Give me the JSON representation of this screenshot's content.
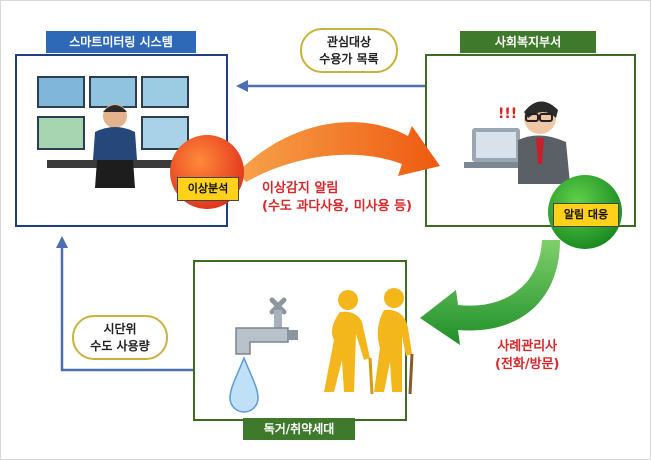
{
  "smart_meter_system": {
    "title": "스마트미터링 시스템",
    "badge": "이상분석"
  },
  "welfare_dept": {
    "title": "사회복지부서",
    "badge": "알림 대응"
  },
  "household": {
    "title": "독거/취약세대"
  },
  "arrows": {
    "interest_list": [
      "관심대상",
      "수용가 목록"
    ],
    "anomaly_alert": [
      "이상감지 알림",
      "(수도 과다사용, 미사용 등)"
    ],
    "case_manager": [
      "사례관리사",
      "(전화/방문)"
    ],
    "hourly_usage": [
      "시단위",
      "수도 사용량"
    ]
  },
  "colors": {
    "panel_border_blue": "#1f3f7f",
    "title_blue": "#2e69b8",
    "title_green": "#3f7a2c",
    "alert_red": "#d7282a",
    "pill_border": "#c9b23b",
    "orange_arrow": "#f06a13",
    "green_arrow": "#2ca02c"
  },
  "icons": [
    "monitoring-operator-icon",
    "office-worker-icon",
    "faucet-water-drop-icon",
    "elderly-couple-icon"
  ]
}
